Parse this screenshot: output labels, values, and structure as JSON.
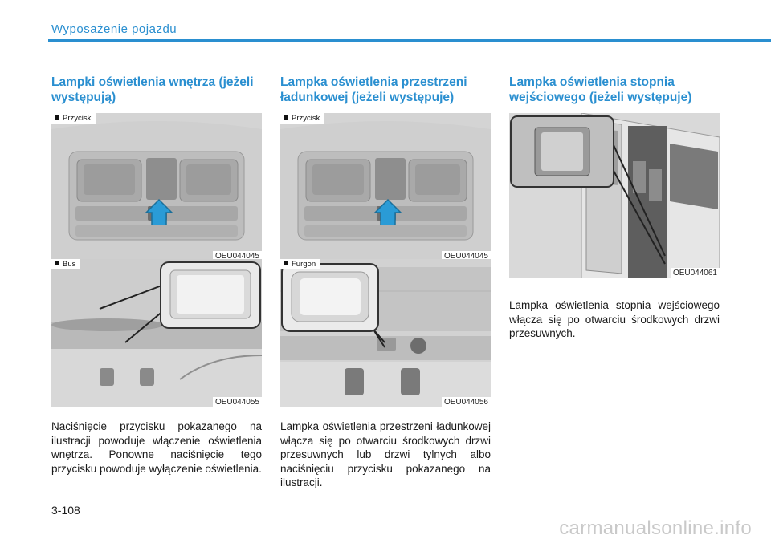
{
  "header": {
    "section": "Wyposażenie pojazdu"
  },
  "columns": [
    {
      "title": "Lampki oświetlenia wnętrza (jeżeli występują)",
      "figures": [
        {
          "tag": "Przycisk",
          "code": "OEU044045"
        },
        {
          "tag": "Bus",
          "code": "OEU044055"
        }
      ],
      "text": "Naciśnięcie przycisku pokazanego na ilustracji powoduje włączenie oświetlenia wnętrza. Ponowne naciśnięcie tego przycisku powoduje wyłączenie oświetlenia."
    },
    {
      "title": "Lampka oświetlenia przestrzeni ładunkowej (jeżeli występuje)",
      "figures": [
        {
          "tag": "Przycisk",
          "code": "OEU044045"
        },
        {
          "tag": "Furgon",
          "code": "OEU044056"
        }
      ],
      "text": "Lampka oświetlenia przestrzeni ładunkowej włącza się po otwarciu środkowych drzwi przesuwnych lub drzwi tylnych albo naciśnięciu przycisku pokazanego na ilustracji."
    },
    {
      "title": "Lampka oświetlenia stopnia wejściowego (jeżeli występuje)",
      "figures": [
        {
          "code": "OEU044061"
        }
      ],
      "text": "Lampka oświetlenia stopnia wejściowego włącza się po otwarciu środkowych drzwi przesuwnych."
    }
  ],
  "footer": {
    "page": "3-108",
    "watermark": "carmanualsonline.info"
  },
  "colors": {
    "accent": "#2a8fd0",
    "arrow": "#2a9bd6"
  }
}
